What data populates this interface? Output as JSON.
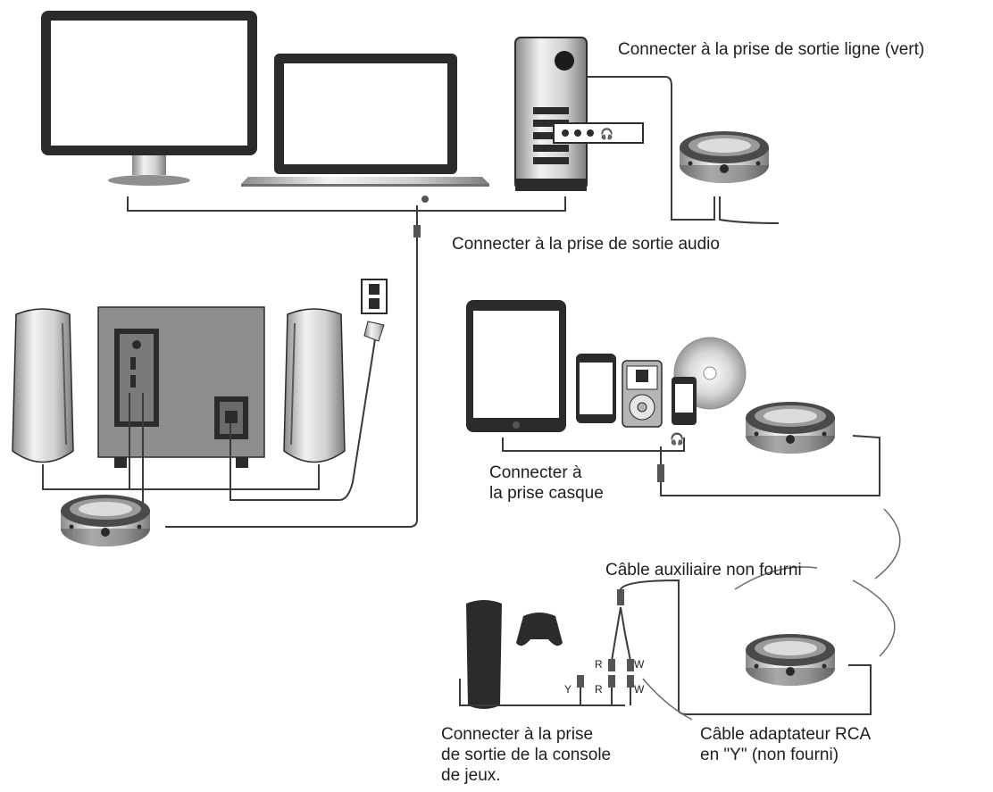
{
  "labels": {
    "line_out": "Connecter à la prise de sortie ligne (vert)",
    "audio_out": "Connecter à la prise de sortie audio",
    "headphone_line1": "Connecter à",
    "headphone_line2": "la prise casque",
    "aux_cable": "Câble auxiliaire non fourni",
    "rca_line1": "Câble adaptateur RCA",
    "rca_line2": "en \"Y\" (non fourni)",
    "console_line1": "Connecter à la prise",
    "console_line2": "de sortie de la console",
    "console_line3": "de jeux."
  },
  "rca_letters": {
    "r1": "R",
    "w1": "W",
    "r2": "R",
    "w2": "W",
    "y": "Y"
  },
  "colors": {
    "line": "#3a3a3a",
    "device_dark": "#2b2b2b",
    "device_gray": "#9a9a9a",
    "screen": "#ffffff"
  }
}
